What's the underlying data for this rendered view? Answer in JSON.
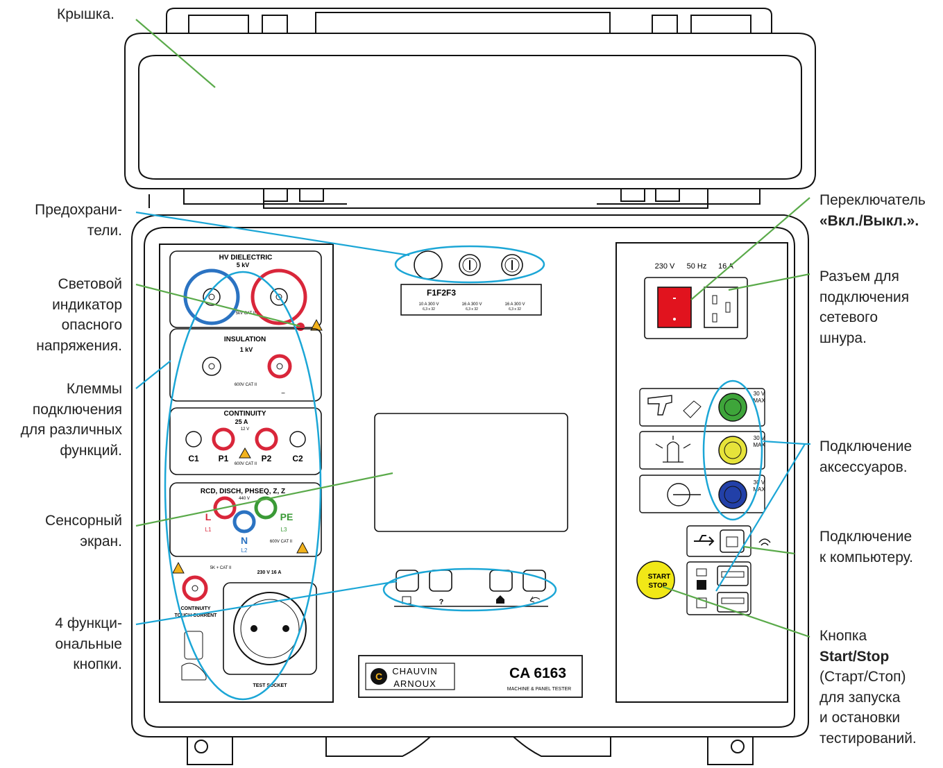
{
  "labels": {
    "lid": "Крышка.",
    "fuses": [
      "Предохрани-",
      "тели."
    ],
    "hv_led": [
      "Световой",
      "индикатор",
      "опасного",
      "напряжения."
    ],
    "terminals": [
      "Клеммы",
      "подключения",
      "для различных",
      "функций."
    ],
    "screen": [
      "Сенсорный",
      "экран."
    ],
    "func_buttons": [
      "4 функци-",
      "ональные",
      "кнопки."
    ],
    "power_switch": [
      "Переключатель",
      "«Вкл./Выкл.»."
    ],
    "mains_socket": [
      "Разъем для",
      "подключения",
      "сетевого",
      "шнура."
    ],
    "accessories": [
      "Подключение",
      "аксессуаров."
    ],
    "computer": [
      "Подключение",
      "к компьютеру."
    ],
    "start_stop": [
      "Кнопка",
      "Start/Stop",
      "(Старт/Стоп)",
      "для запуска",
      "и остановки",
      "тестирований."
    ]
  },
  "device": {
    "hv": {
      "title": "HV DIELECTRIC",
      "sub": "5 kV",
      "cat": "5kV CAT II"
    },
    "insulation": {
      "title": "INSULATION",
      "sub": "1 kV",
      "cat": "600V CAT II",
      "minus": "−"
    },
    "continuity": {
      "title": "CONTINUITY",
      "sub": "25 A",
      "sub2": "12 V",
      "terms": [
        "C1",
        "P1",
        "P2",
        "C2"
      ],
      "cat": "600V CAT II"
    },
    "rcd": {
      "title": "RCD, DISCH, PHSEQ, Z, Z",
      "l": "L",
      "l_sub": "L1",
      "n": "N",
      "n_sub": "L2",
      "pe": "PE",
      "pe_sub": "L3",
      "cat": "600V CAT II",
      "mid": "440 V"
    },
    "touch": {
      "label1": "CONTINUITY",
      "label2": "TOUCH CURRENT",
      "cat": "5K + CAT II"
    },
    "socket": {
      "rating": "230 V 16 A",
      "label": "TEST SOCKET"
    },
    "fuses": {
      "title": "F1F2F3",
      "f1": [
        "10 A 300 V",
        "6,3 x 32"
      ],
      "f2": [
        "16 A 300 V",
        "6,3 x 32"
      ],
      "f3": [
        "16 A 300 V",
        "6,3 x 32"
      ]
    },
    "mains": {
      "volt": "230 V",
      "freq": "50 Hz",
      "amp": "16 A"
    },
    "acc_rating": [
      "30 V",
      "MAX"
    ],
    "start": [
      "START",
      "STOP"
    ],
    "brand": [
      "CHAUVIN",
      "ARNOUX"
    ],
    "model": "CA 6163",
    "model_sub": "MACHINE & PANEL TESTER",
    "func_icons": [
      "?"
    ]
  },
  "colors": {
    "highlight": "#1ba6d6",
    "pointer": "#5aaa4a",
    "red_terminal": "#d9263a",
    "blue_terminal": "#2b73c2",
    "green_terminal": "#3a9a36",
    "yellow_button": "#f1e817"
  }
}
